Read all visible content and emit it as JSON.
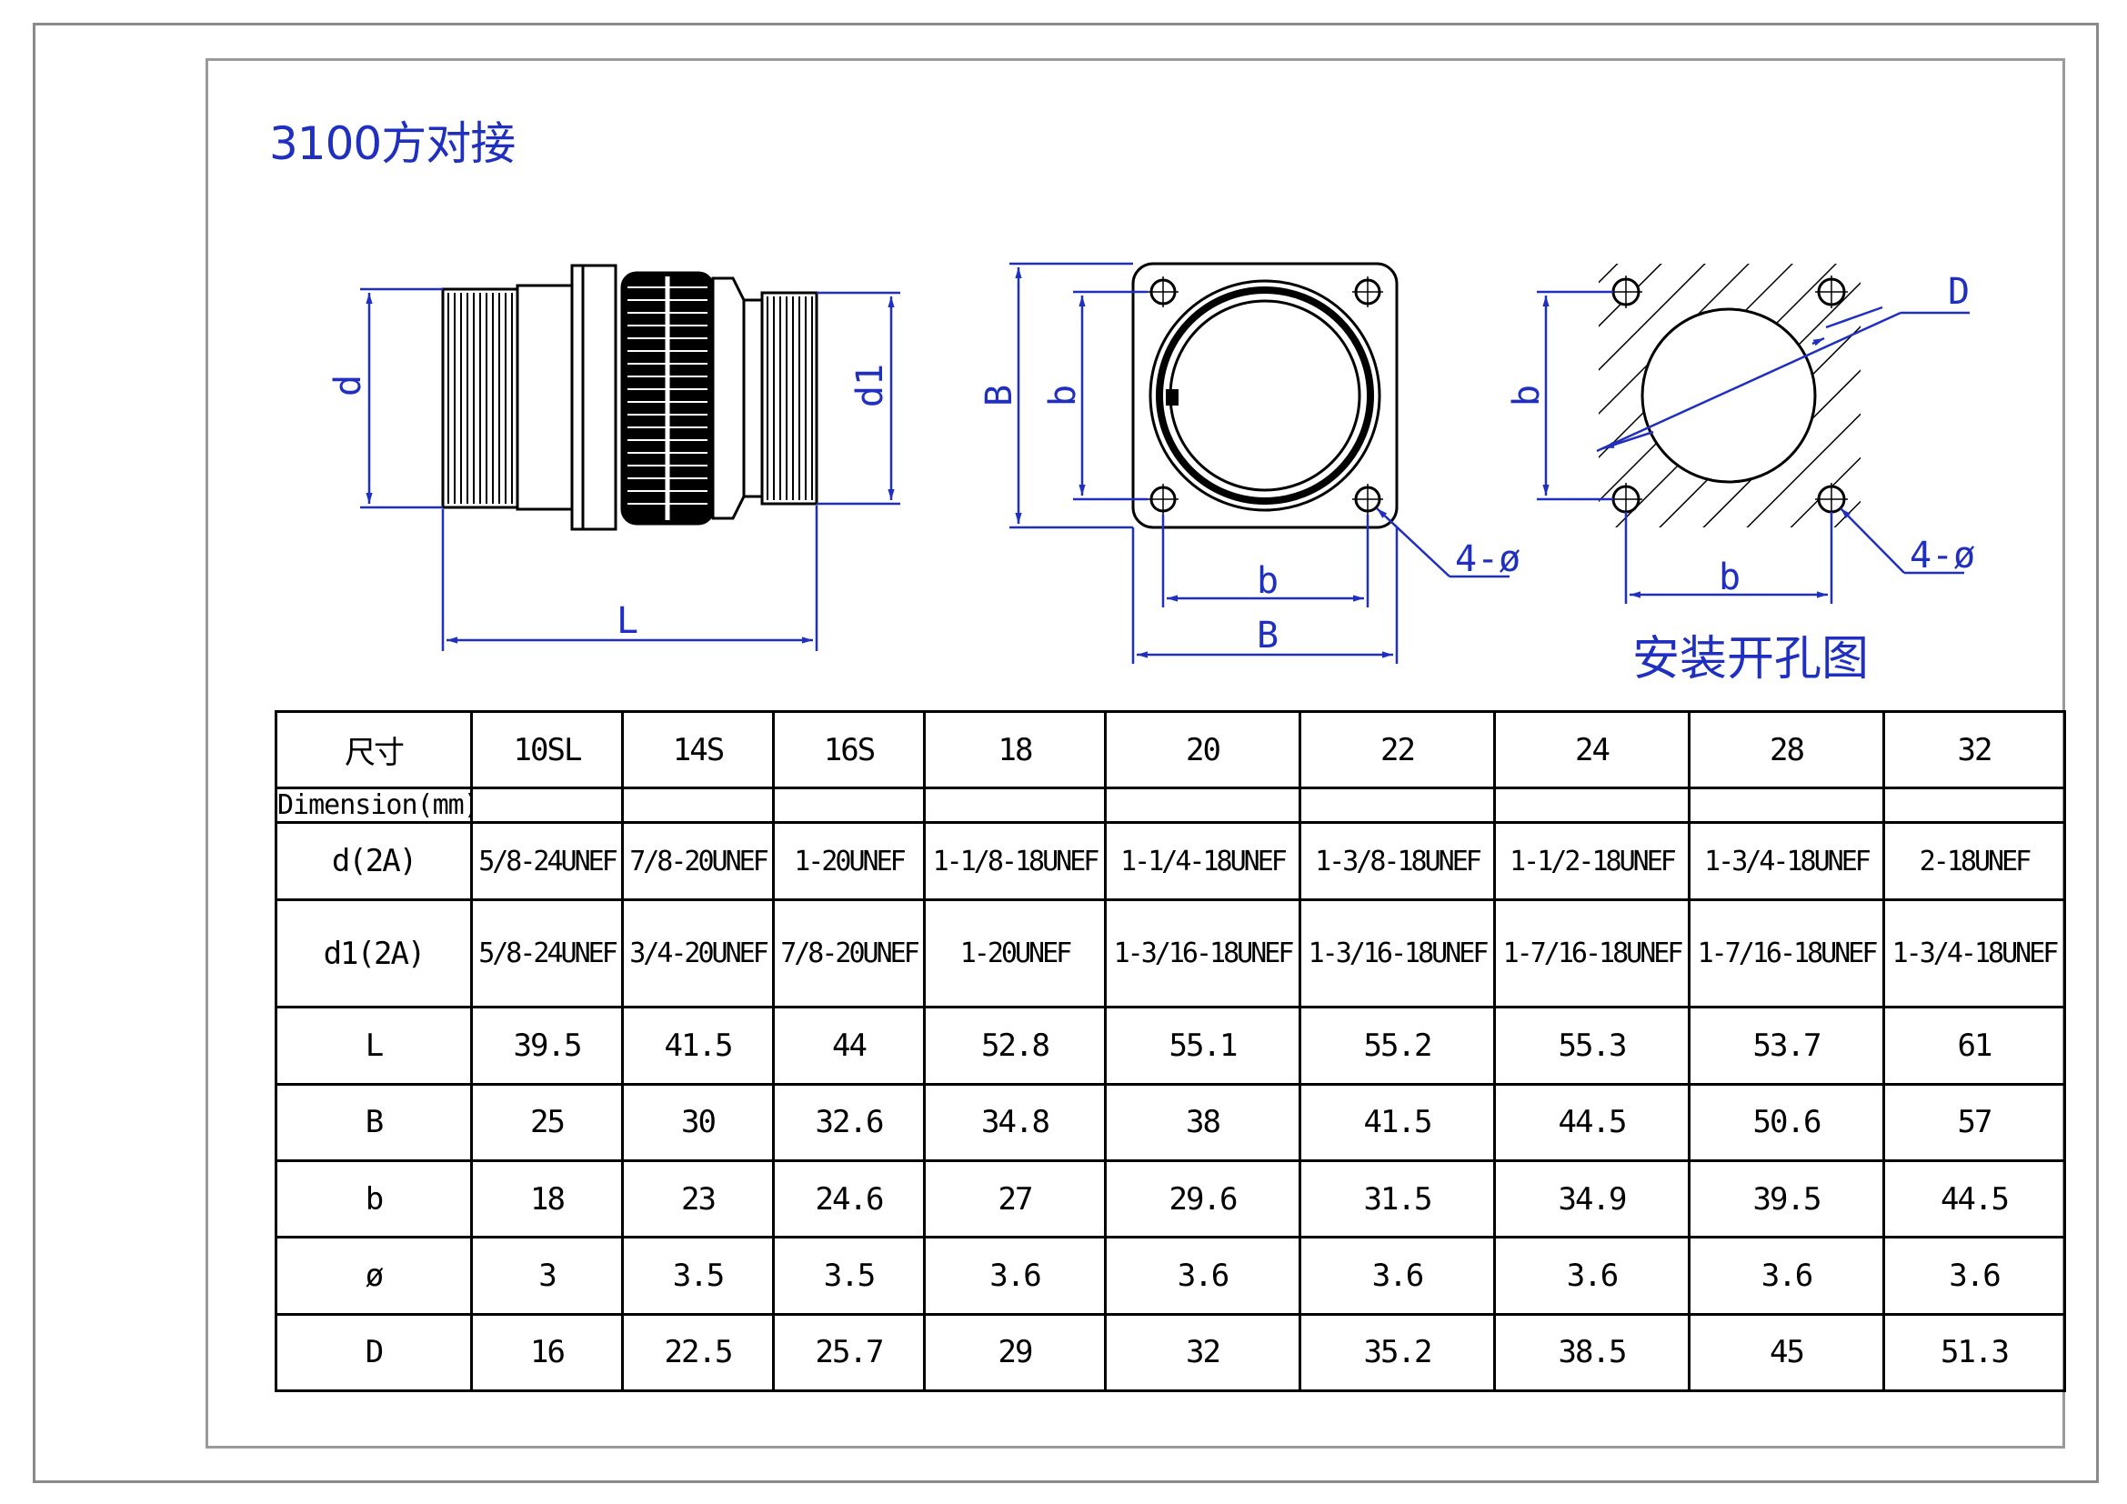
{
  "title": "3100方对接",
  "cutout_caption": "安装开孔图",
  "drawing_labels": {
    "d": "d",
    "d1": "d1",
    "L": "L",
    "B_vertical": "B",
    "b_vertical": "b",
    "b_horizontal": "b",
    "B_horizontal": "B",
    "hole_callout_flange": "4-ø",
    "b_vertical_cutout": "b",
    "b_horizontal_cutout": "b",
    "D": "D",
    "hole_callout_cutout": "4-ø"
  },
  "table": {
    "header_label": "尺寸",
    "header_sublabel": "Dimension(mm)",
    "shell_sizes": [
      "10SL",
      "14S",
      "16S",
      "18",
      "20",
      "22",
      "24",
      "28",
      "32"
    ],
    "rows": [
      {
        "label": "d(2A)",
        "values": [
          "5/8-24UNEF",
          "7/8-20UNEF",
          "1-20UNEF",
          "1-1/8-18UNEF",
          "1-1/4-18UNEF",
          "1-3/8-18UNEF",
          "1-1/2-18UNEF",
          "1-3/4-18UNEF",
          "2-18UNEF"
        ]
      },
      {
        "label": "d1(2A)",
        "values": [
          "5/8-24UNEF",
          "3/4-20UNEF",
          "7/8-20UNEF",
          "1-20UNEF",
          "1-3/16-18UNEF",
          "1-3/16-18UNEF",
          "1-7/16-18UNEF",
          "1-7/16-18UNEF",
          "1-3/4-18UNEF"
        ]
      },
      {
        "label": "L",
        "values": [
          "39.5",
          "41.5",
          "44",
          "52.8",
          "55.1",
          "55.2",
          "55.3",
          "53.7",
          "61"
        ]
      },
      {
        "label": "B",
        "values": [
          "25",
          "30",
          "32.6",
          "34.8",
          "38",
          "41.5",
          "44.5",
          "50.6",
          "57"
        ]
      },
      {
        "label": "b",
        "values": [
          "18",
          "23",
          "24.6",
          "27",
          "29.6",
          "31.5",
          "34.9",
          "39.5",
          "44.5"
        ]
      },
      {
        "label": "ø",
        "values": [
          "3",
          "3.5",
          "3.5",
          "3.6",
          "3.6",
          "3.6",
          "3.6",
          "3.6",
          "3.6"
        ]
      },
      {
        "label": "D",
        "values": [
          "16",
          "22.5",
          "25.7",
          "29",
          "32",
          "35.2",
          "38.5",
          "45",
          "51.3"
        ]
      }
    ]
  },
  "colors": {
    "dimension_blue": "#1f2fbf",
    "outline_black": "#000000",
    "frame_gray": "#8a8a8a"
  }
}
